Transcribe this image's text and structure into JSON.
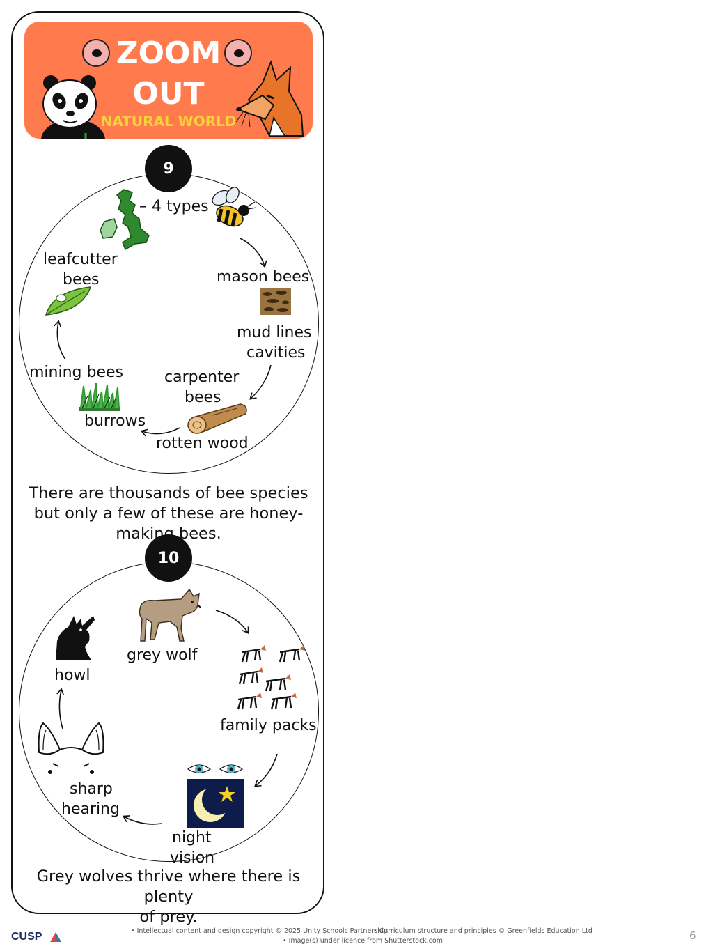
{
  "header": {
    "title_line1": "ZOOM",
    "title_line2": "OUT",
    "subtitle": "NATURAL WORLD",
    "colors": {
      "banner": "#ff7a4d",
      "subtitle": "#f7d23a"
    },
    "icons": [
      "panda-icon",
      "fox-icon",
      "eye-icon"
    ]
  },
  "section9": {
    "number": "9",
    "top_label": "– 4 types",
    "labels": {
      "mason": "mason bees",
      "mud_line1": "mud lines",
      "mud_line2": "cavities",
      "carpenter_line1": "carpenter",
      "carpenter_line2": "bees",
      "rotten": "rotten wood",
      "burrows": "burrows",
      "mining": "mining bees",
      "leafcutter_line1": "leafcutter",
      "leafcutter_line2": "bees"
    },
    "fact_lines": [
      "There are thousands of bee species",
      "but only a few of these are honey-",
      "making bees."
    ],
    "icons": [
      "uk-map-icon",
      "bee-icon",
      "mud-icon",
      "log-icon",
      "grass-icon",
      "leaf-icon"
    ]
  },
  "section10": {
    "number": "10",
    "labels": {
      "grey_wolf": "grey wolf",
      "family": "family packs",
      "night_line1": "night",
      "night_line2": "vision",
      "sharp_line1": "sharp",
      "sharp_line2": "hearing",
      "howl": "howl"
    },
    "fact_lines": [
      "Grey wolves thrive where there is",
      "plenty",
      "of prey."
    ],
    "icons": [
      "wolf-icon",
      "wolf-pack-icon",
      "eyes-icon",
      "moon-icon",
      "ears-icon",
      "howling-wolf-icon"
    ]
  },
  "footer": {
    "logo": "CUSP",
    "line1_a": "• Intellectual content and design copyright © 2025 Unity Schools Partnership",
    "line1_b": "• Curriculum structure and principles © Greenfields Education Ltd",
    "line2": "• Image(s) under licence from Shutterstock.com",
    "page_number": "6"
  }
}
